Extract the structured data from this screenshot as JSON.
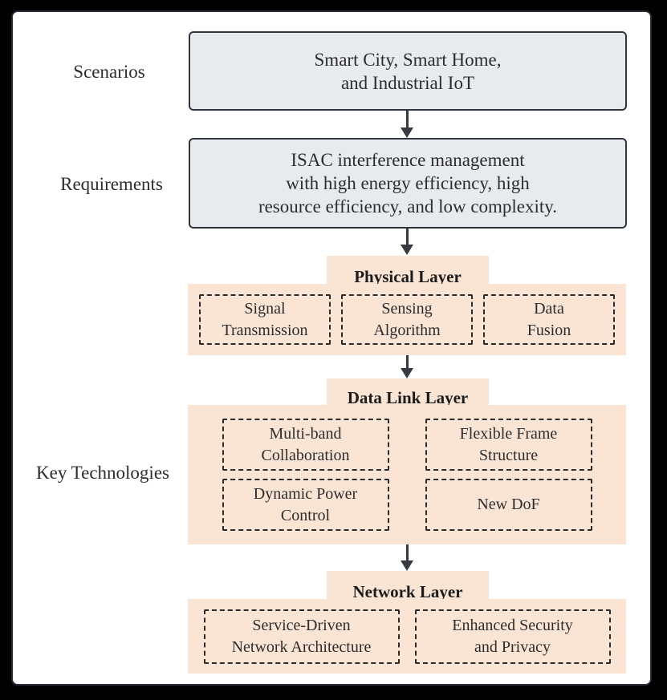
{
  "figure": {
    "row_labels": {
      "scenarios": "Scenarios",
      "requirements": "Requirements",
      "key_technologies": "Key Technologies"
    },
    "scenarios_box": {
      "text": "Smart City, Smart Home,\nand Industrial IoT"
    },
    "requirements_box": {
      "text": "ISAC interference management\nwith high energy efficiency, high\nresource efficiency, and low complexity."
    },
    "layers": {
      "physical": {
        "title": "Physical Layer",
        "items": {
          "signal_transmission": "Signal\nTransmission",
          "sensing_algorithm": "Sensing\nAlgorithm",
          "data_fusion": "Data\nFusion"
        }
      },
      "data_link": {
        "title": "Data Link Layer",
        "items": {
          "multi_band_collaboration": "Multi-band\nCollaboration",
          "flexible_frame_structure": "Flexible Frame\nStructure",
          "dynamic_power_control": "Dynamic Power\nControl",
          "new_dof": "New DoF"
        }
      },
      "network": {
        "title": "Network Layer",
        "items": {
          "service_driven_architecture": "Service-Driven\nNetwork Architecture",
          "enhanced_security_privacy": "Enhanced Security\nand Privacy"
        }
      }
    },
    "colors": {
      "background": "#000000",
      "panel_fill": "#ffffff",
      "panel_border": "#272c35",
      "scenario_box_fill": "#e8ebee",
      "scenario_box_border": "#30343c",
      "layer_fill": "#fae5d5",
      "dashed_border": "#2b2b2b",
      "arrow": "#363b42",
      "text": "#2d2d2d"
    }
  }
}
